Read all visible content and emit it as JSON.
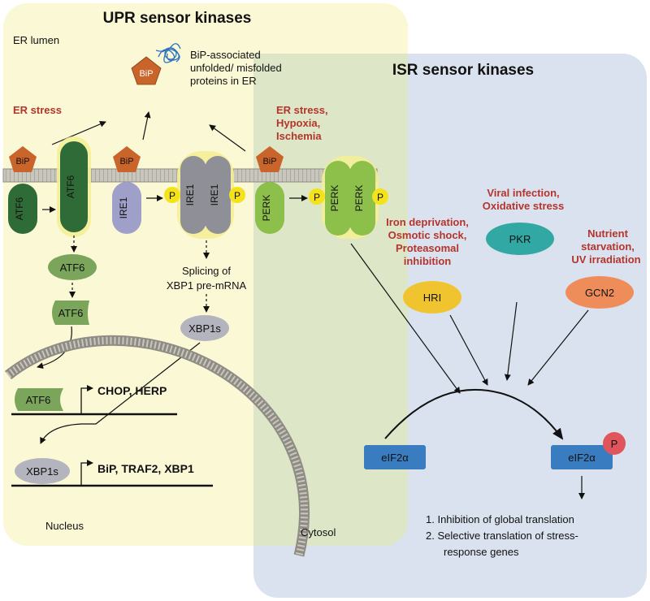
{
  "upr": {
    "title": "UPR sensor kinases",
    "er_lumen": "ER lumen",
    "er_stress": "ER stress",
    "bip_label": "BiP",
    "bip_assoc": [
      "BiP-associated",
      "unfolded/ misfolded",
      "proteins in ER"
    ],
    "atf6": "ATF6",
    "ire1": "IRE1",
    "perk": "PERK",
    "p": "P",
    "splicing": [
      "Splicing of",
      "XBP1 pre-mRNA"
    ],
    "xbp1s": "XBP1s",
    "chop_herp": "CHOP, HERP",
    "bip_traf2": "BiP, TRAF2, XBP1",
    "nucleus": "Nucleus"
  },
  "isr": {
    "title": "ISR sensor kinases",
    "perk_stress": [
      "ER stress,",
      "Hypoxia,",
      "Ischemia"
    ],
    "viral": [
      "Viral infection,",
      "Oxidative stress"
    ],
    "iron": [
      "Iron deprivation,",
      "Osmotic shock,",
      "Proteasomal",
      "inhibition"
    ],
    "nutrient": [
      "Nutrient",
      "starvation,",
      "UV irradiation"
    ],
    "pkr": "PKR",
    "hri": "HRI",
    "gcn2": "GCN2",
    "eif2a": "eIF2α",
    "cytosol": "Cytosol",
    "outcomes": [
      "1.  Inhibition of global translation",
      "2.  Selective translation of stress-",
      "response genes"
    ]
  },
  "colors": {
    "upr_bg": "#fbf8d6",
    "isr_bg": "#d9e2ee",
    "overlap_bg": "#dde6c6",
    "bip": "#c9642a",
    "atf6_dark": "#2f6b36",
    "atf6_light": "#7aa55a",
    "ire1": "#9fa0c9",
    "ire1_active": "#8f8f97",
    "perk": "#8cc04a",
    "p_badge": "#f4e21a",
    "xbp1s": "#b4b4bf",
    "pkr": "#32a8a5",
    "hri": "#f0c42e",
    "gcn2": "#ef8d5a",
    "eif2a": "#3a7cc0",
    "phospho": "#e0555c",
    "stress_text": "#b5342c"
  }
}
